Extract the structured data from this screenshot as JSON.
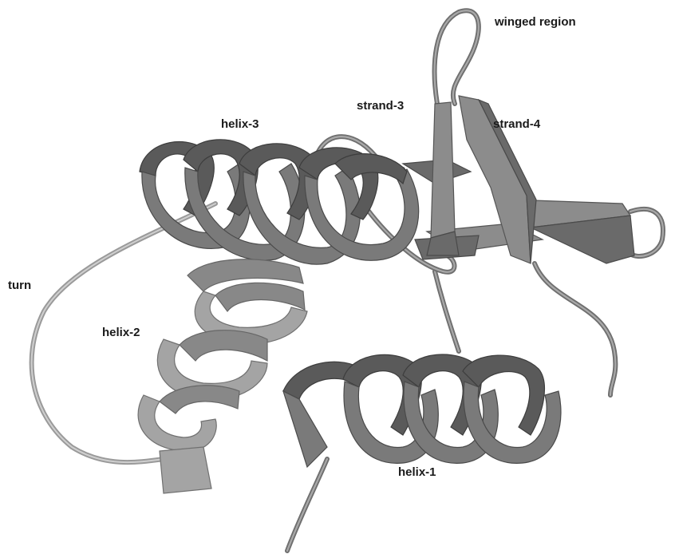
{
  "labels": {
    "winged_region": "winged region",
    "strand_3": "strand-3",
    "strand_4": "strand-4",
    "helix_3": "helix-3",
    "turn": "turn",
    "helix_2": "helix-2",
    "helix_1": "helix-1"
  },
  "colors": {
    "background": "#ffffff",
    "helix_dark": "#6f6f6f",
    "helix_light": "#a4a4a4",
    "label_text": "#1a1a1a"
  }
}
